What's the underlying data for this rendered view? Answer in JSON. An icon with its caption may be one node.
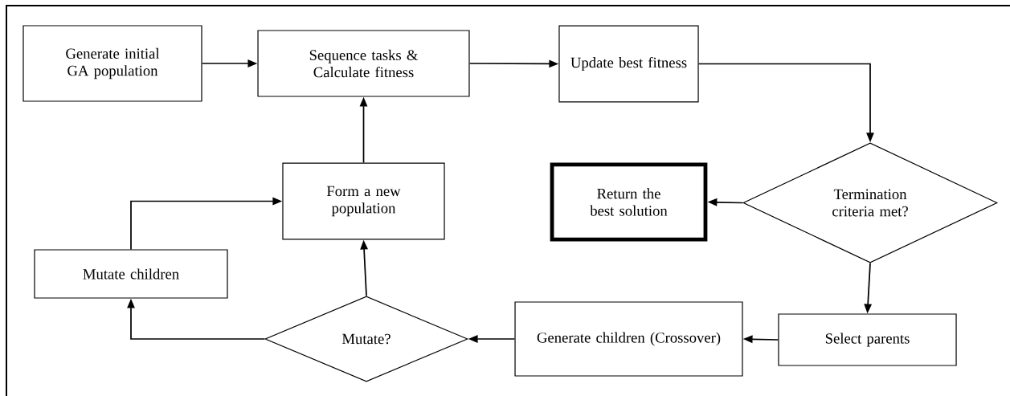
{
  "diagram": {
    "nodes": [
      {
        "text": [
          "Generate initial GA population"
        ]
      },
      {
        "text": [
          "Sequence tasks & Calculate fitness"
        ]
      },
      {
        "text": [
          "Update best fitness"
        ]
      },
      {
        "text": [
          "Form a new population"
        ]
      },
      {
        "text": [
          "Return the best solution"
        ]
      },
      {
        "text": [
          "Termination criteria met?"
        ]
      },
      {
        "text": [
          "Mutate children"
        ]
      },
      {
        "text": [
          "Mutate?"
        ]
      },
      {
        "text": [
          "Generate children (Crossover)"
        ]
      },
      {
        "text": [
          "Select parents"
        ]
      }
    ],
    "edges": [
      {
        "from": 0,
        "to": 1,
        "arrow": "to"
      },
      {
        "from": 1,
        "to": 2,
        "arrow": "to"
      },
      {
        "from": 2,
        "to": 5,
        "arrow": "to"
      },
      {
        "from": 5,
        "to": 4,
        "arrow": "to"
      },
      {
        "from": 5,
        "to": 9,
        "arrow": "to"
      },
      {
        "from": 9,
        "to": 8,
        "arrow": "to"
      },
      {
        "from": 8,
        "to": 7,
        "arrow": "to"
      },
      {
        "from": 7,
        "to": 6,
        "arrow": "to"
      },
      {
        "from": 7,
        "to": 3,
        "arrow": "to"
      },
      {
        "from": 6,
        "to": 3,
        "arrow": "to"
      },
      {
        "from": 3,
        "to": 1,
        "arrow": "to"
      }
    ]
  }
}
